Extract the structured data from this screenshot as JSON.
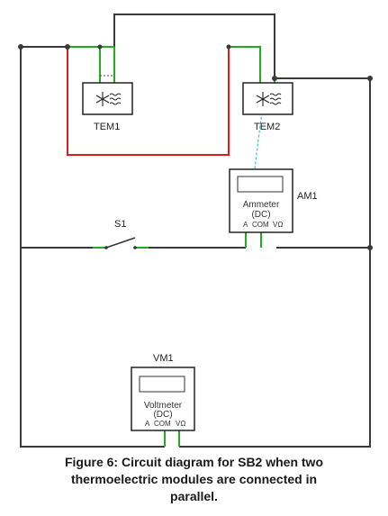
{
  "components": {
    "tem1": {
      "label": "TEM1"
    },
    "tem2": {
      "label": "TEM2"
    },
    "ammeter": {
      "ref": "AM1",
      "name": "Ammeter",
      "mode": "(DC)",
      "terminals": [
        "A",
        "COM",
        "VΩ"
      ]
    },
    "voltmeter": {
      "ref": "VM1",
      "name": "Voltmeter",
      "mode": "(DC)",
      "terminals": [
        "A",
        "COM",
        "VΩ"
      ]
    },
    "switch": {
      "label": "S1"
    }
  },
  "caption": {
    "line1": "Figure 6: Circuit diagram for SB2 when two",
    "line2": "thermoelectric modules are connected in",
    "line3": "parallel."
  },
  "colors": {
    "wire": "#3a3a3a",
    "positive_wire": "#d42020",
    "terminal_wire": "#22aa22",
    "probe_wire": "#3fc6c6"
  }
}
